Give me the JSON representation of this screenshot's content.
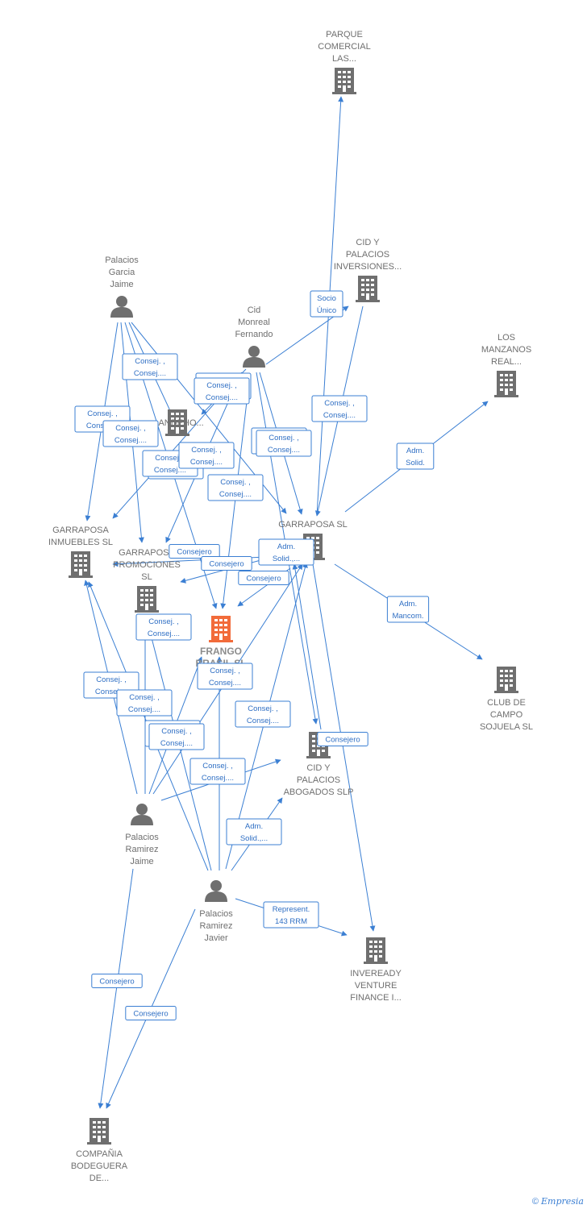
{
  "colors": {
    "edge": "#3b7fd3",
    "building": "#6f6f6f",
    "focus": "#f26b3a",
    "person": "#6f6f6f"
  },
  "nodes": [
    {
      "id": "parque",
      "kind": "company",
      "icon": "building-icon",
      "lines": [
        "PARQUE",
        "COMERCIAL",
        "LAS..."
      ]
    },
    {
      "id": "cidinv",
      "kind": "company",
      "icon": "building-icon",
      "lines": [
        "CID Y",
        "PALACIOS",
        "INVERSIONES..."
      ]
    },
    {
      "id": "manzanos",
      "kind": "company",
      "icon": "building-icon",
      "lines": [
        "LOS",
        "MANZANOS",
        "REAL..."
      ]
    },
    {
      "id": "pgj",
      "kind": "person",
      "icon": "person-icon",
      "lines": [
        "Palacios",
        "Garcia",
        "Jaime"
      ]
    },
    {
      "id": "cmf",
      "kind": "person",
      "icon": "person-icon",
      "lines": [
        "Cid",
        "Monreal",
        "Fernando"
      ]
    },
    {
      "id": "andeho",
      "kind": "company",
      "icon": "building-icon",
      "lines": [
        "...ANDEHO..."
      ]
    },
    {
      "id": "garraposa",
      "kind": "company",
      "icon": "building-icon",
      "lines": [
        "GARRAPOSA SL"
      ]
    },
    {
      "id": "gi",
      "kind": "company",
      "icon": "building-icon",
      "lines": [
        "GARRAPOSA",
        "INMUEBLES SL"
      ]
    },
    {
      "id": "gp",
      "kind": "company",
      "icon": "building-icon",
      "lines": [
        "GARRAPOSA",
        "PROMOCIONES",
        "SL"
      ]
    },
    {
      "id": "frango",
      "kind": "focus",
      "icon": "building-icon",
      "lines": [
        "FRANGO",
        "BRASIL  SL"
      ]
    },
    {
      "id": "club",
      "kind": "company",
      "icon": "building-icon",
      "lines": [
        "CLUB DE",
        "CAMPO",
        "SOJUELA  SL"
      ]
    },
    {
      "id": "cidabo",
      "kind": "company",
      "icon": "building-icon",
      "lines": [
        "CID Y",
        "PALACIOS",
        "ABOGADOS SLP"
      ]
    },
    {
      "id": "prj",
      "kind": "person",
      "icon": "person-icon",
      "lines": [
        "Palacios",
        "Ramirez",
        "Jaime"
      ]
    },
    {
      "id": "prjv",
      "kind": "person",
      "icon": "person-icon",
      "lines": [
        "Palacios",
        "Ramirez",
        "Javier"
      ]
    },
    {
      "id": "inveready",
      "kind": "company",
      "icon": "building-icon",
      "lines": [
        "INVEREADY",
        "VENTURE",
        "FINANCE I..."
      ]
    },
    {
      "id": "bodeguera",
      "kind": "company",
      "icon": "building-icon",
      "lines": [
        "COMPAÑIA",
        "BODEGUERA",
        "DE..."
      ]
    }
  ],
  "edges": [
    {
      "from": "garraposa",
      "to": "parque",
      "label": [
        "Socio",
        "Único"
      ]
    },
    {
      "from": "cmf",
      "to": "cidinv",
      "label": []
    },
    {
      "from": "cidinv",
      "to": "garraposa",
      "label": [
        "Consej. ,",
        "Consej...."
      ]
    },
    {
      "from": "garraposa",
      "to": "manzanos",
      "label": [
        "Adm.",
        "Solid."
      ]
    },
    {
      "from": "garraposa",
      "to": "club",
      "label": [
        "Adm.",
        "Mancom."
      ]
    },
    {
      "from": "garraposa",
      "to": "inveready",
      "label": []
    },
    {
      "from": "pgj",
      "to": "gi",
      "label": [
        "Consej. ,",
        "Consej...."
      ]
    },
    {
      "from": "pgj",
      "to": "gp",
      "label": [
        "Consej. ,",
        "Consej...."
      ]
    },
    {
      "from": "pgj",
      "to": "frango",
      "label": [
        "Consej. ,",
        "Consej...."
      ]
    },
    {
      "from": "pgj",
      "to": "garraposa",
      "label": [
        "Consej. ,",
        "Consej...."
      ]
    },
    {
      "from": "pgj",
      "to": "andeho",
      "label": [
        "Consej. ,",
        "Consej...."
      ]
    },
    {
      "from": "cmf",
      "to": "andeho",
      "label": [
        "Consej. ,",
        "Consej...."
      ]
    },
    {
      "from": "cmf",
      "to": "gi",
      "label": [
        "Consej. ,",
        "Consej...."
      ]
    },
    {
      "from": "cmf",
      "to": "garraposa",
      "label": [
        "Consej. ,",
        "Consej...."
      ]
    },
    {
      "from": "cmf",
      "to": "frango",
      "label": [
        "Consej. ,",
        "Consej...."
      ]
    },
    {
      "from": "cmf",
      "to": "gp",
      "label": [
        "Consej. ,",
        "Consej...."
      ]
    },
    {
      "from": "cmf",
      "to": "cidabo",
      "label": [
        "Consej. ,",
        "Consej...."
      ]
    },
    {
      "from": "garraposa",
      "to": "gp",
      "label": [
        "Consejero"
      ]
    },
    {
      "from": "garraposa",
      "to": "gi",
      "label": [
        "Consejero"
      ]
    },
    {
      "from": "garraposa",
      "to": "frango",
      "label": [
        "Consejero"
      ]
    },
    {
      "from": "prj",
      "to": "gi",
      "label": [
        "Consej. ,",
        "Consej...."
      ]
    },
    {
      "from": "prj",
      "to": "gp",
      "label": [
        "Consej. ,",
        "Consej...."
      ]
    },
    {
      "from": "prj",
      "to": "frango",
      "label": [
        "Consej. ,",
        "Consej...."
      ]
    },
    {
      "from": "prj",
      "to": "garraposa",
      "label": [
        "Consej. ,",
        "Consej...."
      ]
    },
    {
      "from": "prj",
      "to": "cidabo",
      "label": [
        "Consej. ,",
        "Consej...."
      ]
    },
    {
      "from": "prj",
      "to": "bodeguera",
      "label": [
        "Consejero"
      ]
    },
    {
      "from": "prjv",
      "to": "gi",
      "label": [
        "Consej. ,",
        "Consej...."
      ]
    },
    {
      "from": "prjv",
      "to": "gp",
      "label": [
        "Consej. ,",
        "Consej...."
      ]
    },
    {
      "from": "prjv",
      "to": "frango",
      "label": [
        "Consej. ,",
        "Consej...."
      ]
    },
    {
      "from": "prjv",
      "to": "garraposa",
      "label": [
        "Adm.",
        "Solid.,..."
      ]
    },
    {
      "from": "prjv",
      "to": "cidabo",
      "label": [
        "Adm.",
        "Solid.,..."
      ]
    },
    {
      "from": "prjv",
      "to": "inveready",
      "label": [
        "Represent.",
        "143 RRM"
      ]
    },
    {
      "from": "prjv",
      "to": "bodeguera",
      "label": [
        "Consejero"
      ]
    },
    {
      "from": "cidabo",
      "to": "garraposa",
      "label": [
        "Consejero"
      ]
    }
  ],
  "footer": {
    "copyright": "©",
    "brand": "Empresia"
  }
}
